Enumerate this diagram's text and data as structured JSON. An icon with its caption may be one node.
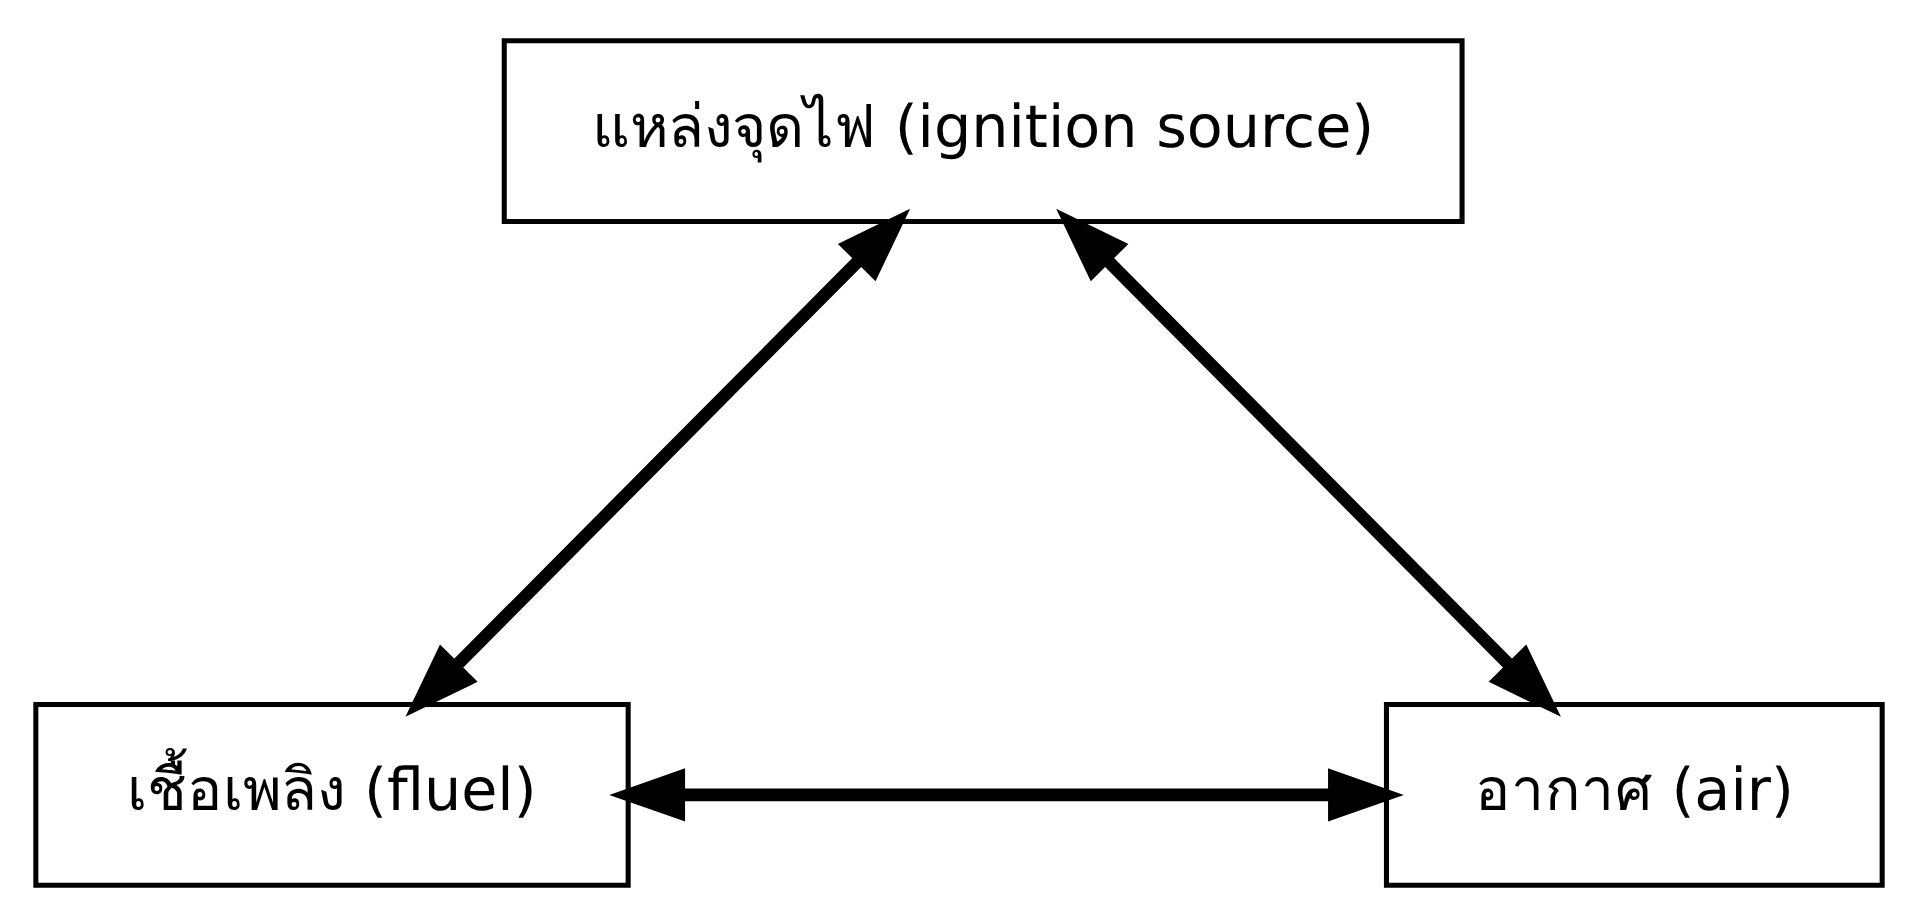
{
  "diagram": {
    "nodes": [
      {
        "text": [
          "แหล่งจุดไฟ (ignition source)"
        ]
      },
      {
        "text": [
          "เชื้อเพลิง (fluel)"
        ]
      },
      {
        "text": [
          "อากาศ (air)"
        ]
      }
    ],
    "edges": [
      {
        "from": 0,
        "to": 1,
        "arrow": "both"
      },
      {
        "from": 0,
        "to": 2,
        "arrow": "both"
      },
      {
        "from": 1,
        "to": 2,
        "arrow": "both"
      }
    ]
  }
}
